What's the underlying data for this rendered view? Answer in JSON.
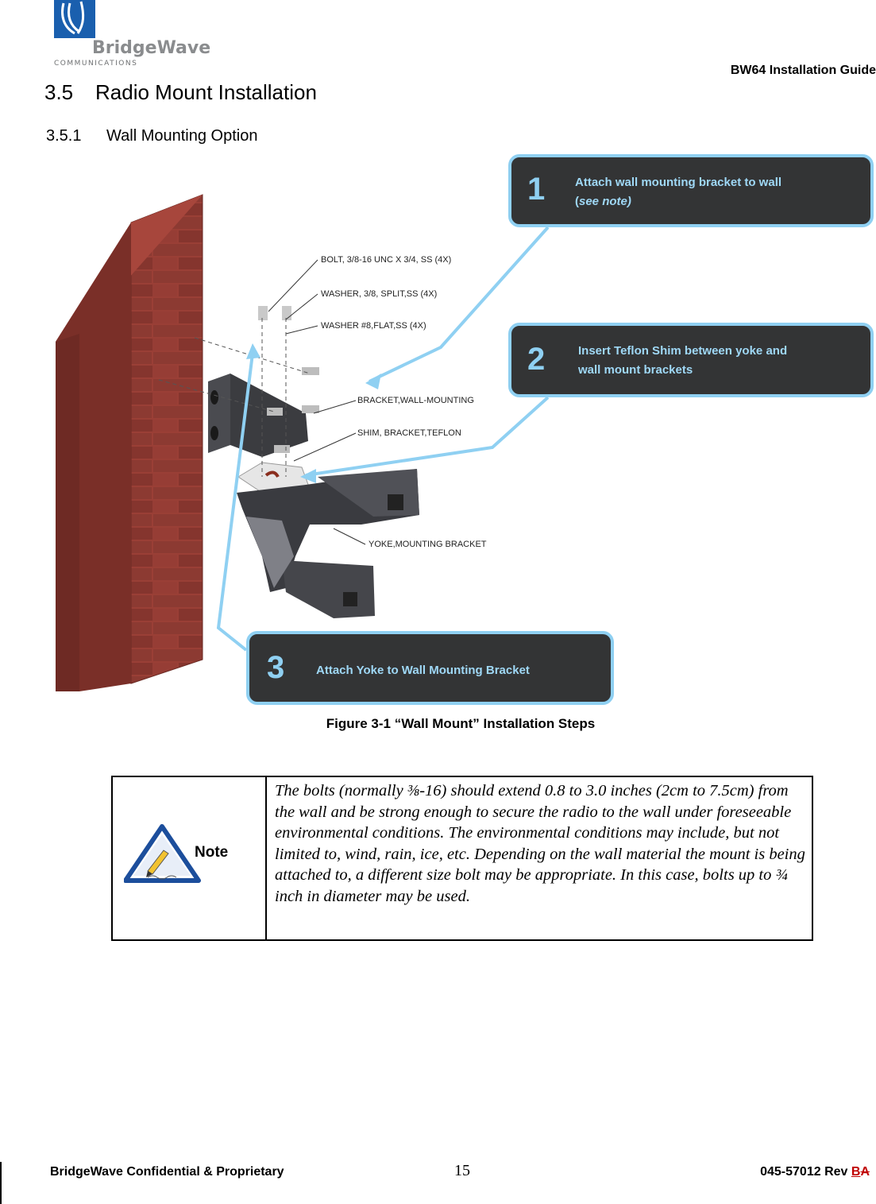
{
  "header": {
    "logo_name": "BridgeWave",
    "logo_sub": "COMMUNICATIONS",
    "guide_title": "BW64 Installation Guide"
  },
  "section": {
    "number": "3.5",
    "title": "Radio Mount Installation"
  },
  "subsection": {
    "number": "3.5.1",
    "title": "Wall Mounting Option"
  },
  "figure": {
    "callouts": [
      {
        "num": "1",
        "line1": "Attach wall mounting bracket to wall",
        "line2_open": "(",
        "line2_italic": "see note)"
      },
      {
        "num": "2",
        "line1": "Insert Teflon Shim between yoke and",
        "line2": "wall mount brackets"
      },
      {
        "num": "3",
        "line1": "Attach Yoke to Wall Mounting Bracket"
      }
    ],
    "part_labels": [
      "BOLT, 3/8-16 UNC X 3/4, SS (4X)",
      "WASHER, 3/8, SPLIT,SS (4X)",
      "WASHER #8,FLAT,SS (4X)",
      "BRACKET,WALL-MOUNTING",
      "SHIM, BRACKET,TEFLON",
      "YOKE,MOUNTING BRACKET"
    ],
    "caption": "Figure 3-1 “Wall Mount” Installation Steps"
  },
  "note": {
    "label": "Note",
    "text": "The bolts (normally ⅜-16) should extend 0.8 to 3.0 inches (2cm to 7.5cm) from the wall and be strong enough to secure the radio to the wall under foreseeable environmental conditions. The environmental conditions may include, but not limited to, wind, rain, ice, etc. Depending on the wall material the mount is being attached to, a different size bolt may be appropriate. In this case, bolts up to ¾ inch in diameter may be used."
  },
  "footer": {
    "left": "BridgeWave Confidential & Proprietary",
    "page": "15",
    "doc_number": "045-57012 Rev ",
    "rev_new": "B",
    "rev_old": "A"
  }
}
